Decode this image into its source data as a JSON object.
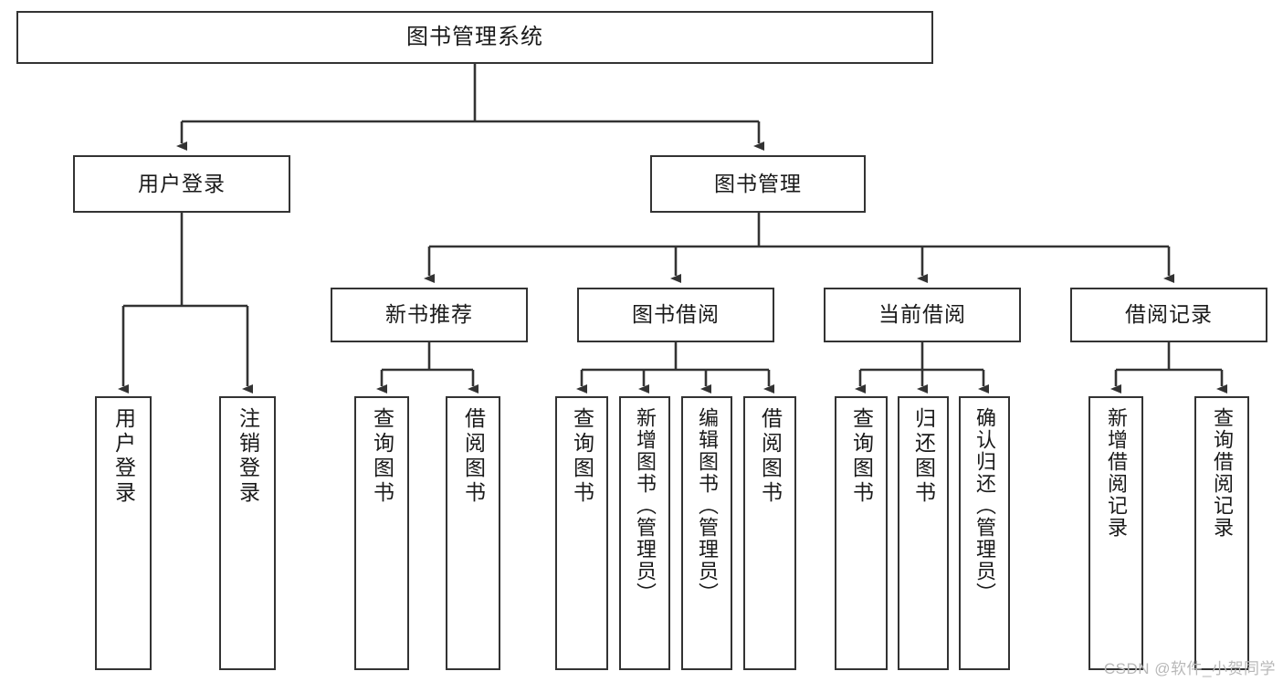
{
  "diagram": {
    "title": "图书管理系统",
    "type": "tree",
    "watermark": "CSDN @软件_小贺同学",
    "colors": {
      "stroke": "#333333",
      "background": "#ffffff",
      "text": "#1a1a1a",
      "watermark": "#b8b8b8"
    },
    "nodes": {
      "root": {
        "label": "图书管理系统"
      },
      "level2": [
        {
          "id": "user-login",
          "label": "用户登录"
        },
        {
          "id": "book-manage",
          "label": "图书管理"
        }
      ],
      "level3": [
        {
          "id": "new-book-recommend",
          "label": "新书推荐"
        },
        {
          "id": "book-borrow",
          "label": "图书借阅"
        },
        {
          "id": "current-borrow",
          "label": "当前借阅"
        },
        {
          "id": "borrow-record",
          "label": "借阅记录"
        }
      ],
      "leaves": [
        {
          "id": "leaf-user-login",
          "label": "用户登录",
          "parent": "user-login"
        },
        {
          "id": "leaf-user-logout",
          "label": "注销登录",
          "parent": "user-login"
        },
        {
          "id": "leaf-query-book-1",
          "label": "查询图书",
          "parent": "new-book-recommend"
        },
        {
          "id": "leaf-borrow-book-1",
          "label": "借阅图书",
          "parent": "new-book-recommend"
        },
        {
          "id": "leaf-query-book-2",
          "label": "查询图书",
          "parent": "book-borrow"
        },
        {
          "id": "leaf-add-book",
          "label": "新增图书（管理员）",
          "parent": "book-borrow"
        },
        {
          "id": "leaf-edit-book",
          "label": "编辑图书（管理员）",
          "parent": "book-borrow"
        },
        {
          "id": "leaf-borrow-book-2",
          "label": "借阅图书",
          "parent": "book-borrow"
        },
        {
          "id": "leaf-query-book-3",
          "label": "查询图书",
          "parent": "current-borrow"
        },
        {
          "id": "leaf-return-book",
          "label": "归还图书",
          "parent": "current-borrow"
        },
        {
          "id": "leaf-confirm-return",
          "label": "确认归还（管理员）",
          "parent": "current-borrow"
        },
        {
          "id": "leaf-add-record",
          "label": "新增借阅记录",
          "parent": "borrow-record"
        },
        {
          "id": "leaf-query-record",
          "label": "查询借阅记录",
          "parent": "borrow-record"
        }
      ]
    }
  }
}
